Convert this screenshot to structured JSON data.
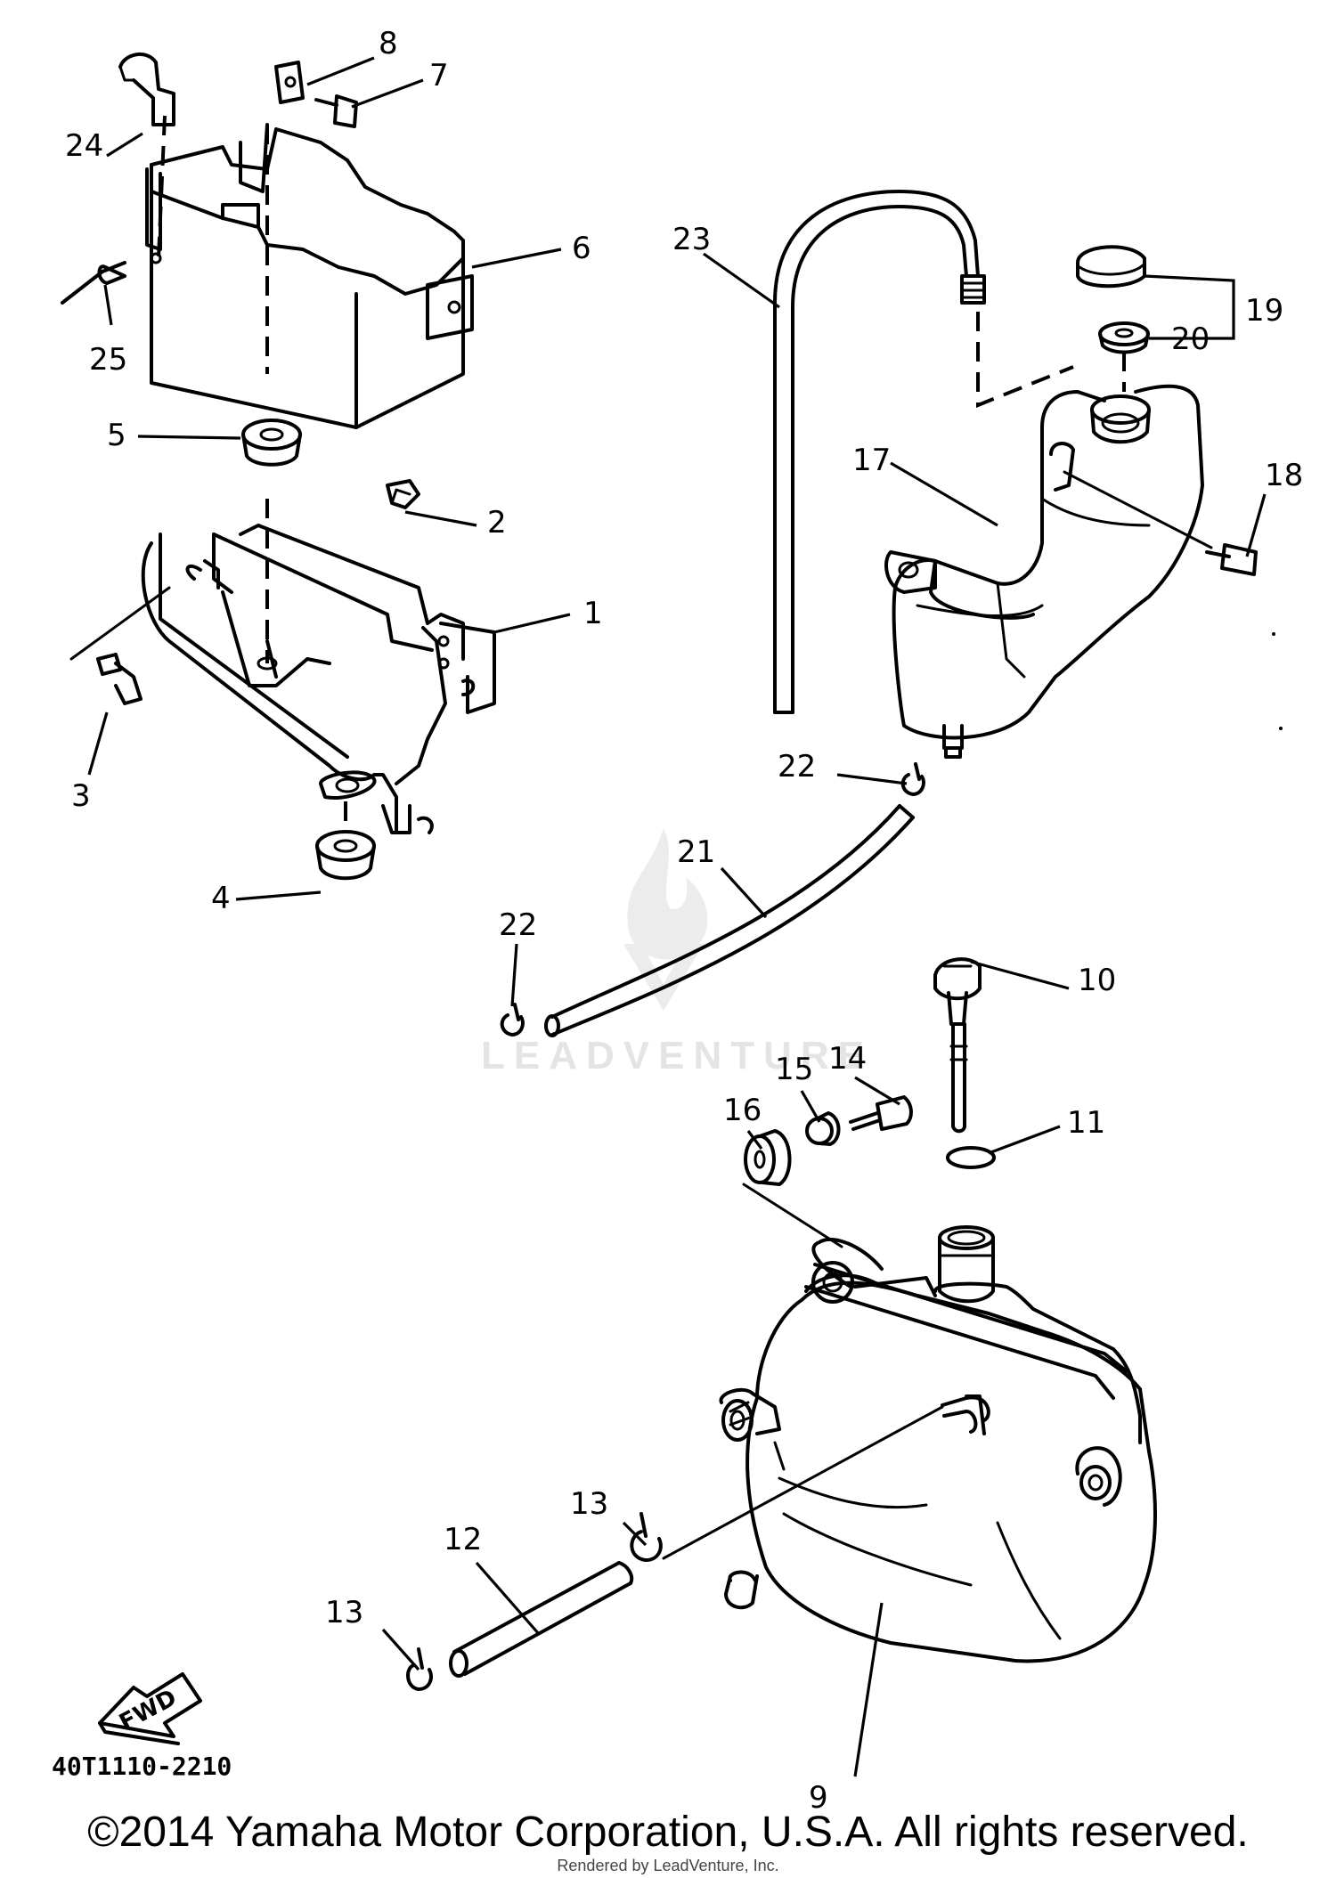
{
  "diagram": {
    "callouts": [
      "1",
      "2",
      "3",
      "4",
      "5",
      "6",
      "7",
      "8",
      "9",
      "10",
      "11",
      "12",
      "13",
      "13",
      "14",
      "15",
      "16",
      "17",
      "18",
      "19",
      "20",
      "21",
      "22",
      "22",
      "23",
      "24",
      "25"
    ],
    "fwd_label": "FWD",
    "drawing_code": "40T1110-2210",
    "watermark": "LEADVENTURE"
  },
  "footer": {
    "copyright": "©2014 Yamaha Motor Corporation, U.S.A. All rights reserved.",
    "rendered_by": "Rendered by LeadVenture, Inc."
  }
}
